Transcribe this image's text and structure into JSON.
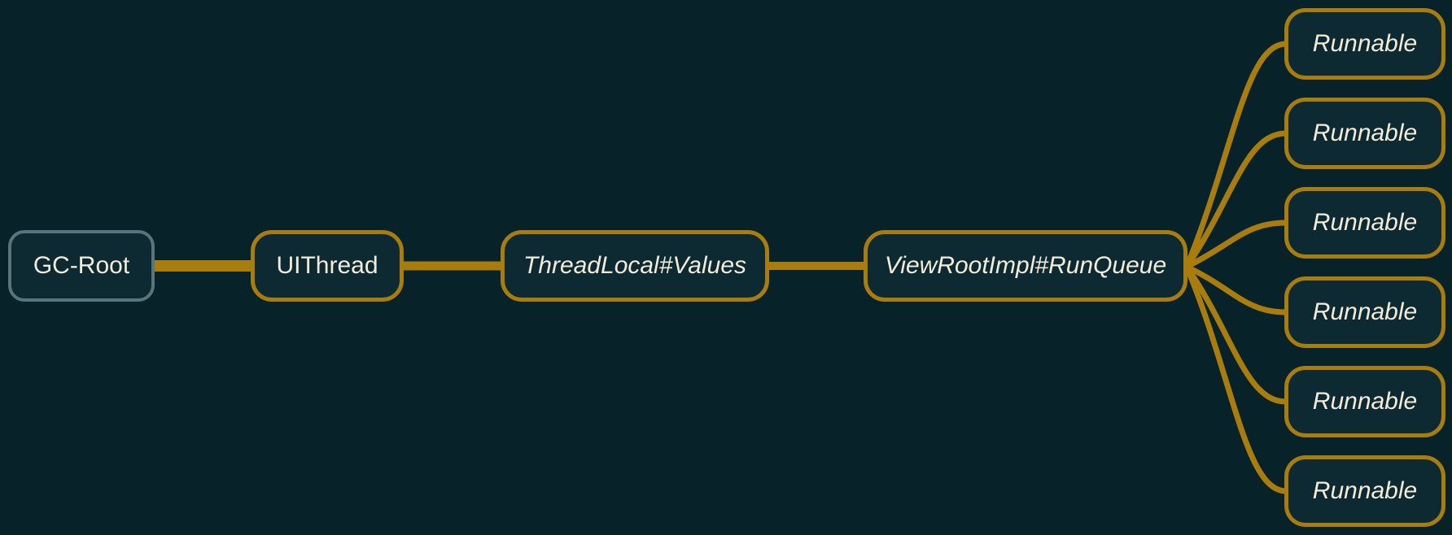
{
  "diagram": {
    "type": "mindmap-object-reference-chain",
    "root": {
      "label": "GC-Root"
    },
    "chain": [
      {
        "label": "UIThread",
        "italic": false
      },
      {
        "label": "ThreadLocal#Values",
        "italic": true
      },
      {
        "label": "ViewRootImpl#RunQueue",
        "italic": true
      }
    ],
    "leaves": [
      {
        "label": "Runnable"
      },
      {
        "label": "Runnable"
      },
      {
        "label": "Runnable"
      },
      {
        "label": "Runnable"
      },
      {
        "label": "Runnable"
      },
      {
        "label": "Runnable"
      }
    ],
    "colors": {
      "background": "#08222a",
      "node_fill": "#0d2931",
      "branch_gold": "#a87d0e",
      "root_border": "#5a747c",
      "text": "#f2ecd9"
    }
  }
}
